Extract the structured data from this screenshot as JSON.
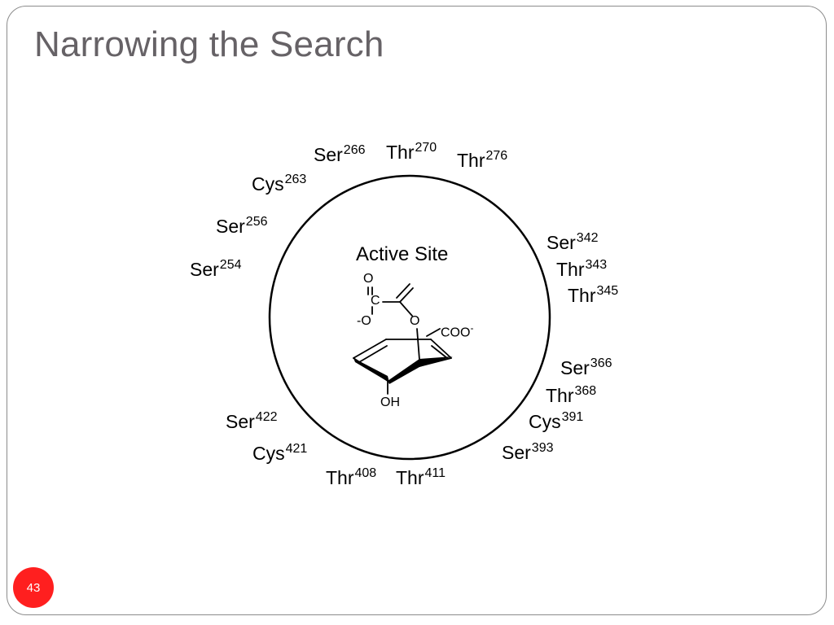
{
  "slide": {
    "title": "Narrowing the Search",
    "page_number": "43"
  },
  "active_site": {
    "label": "Active Site",
    "molecule": {
      "o_double": "O",
      "carbon": "C",
      "o_minus": "-O",
      "ether_o": "O",
      "coo": "COO",
      "coo_charge": "-",
      "oh": "OH"
    }
  },
  "residues": [
    {
      "name": "Ser",
      "num": "266"
    },
    {
      "name": "Thr",
      "num": "270"
    },
    {
      "name": "Thr",
      "num": "276"
    },
    {
      "name": "Cys",
      "num": "263"
    },
    {
      "name": "Ser",
      "num": "256"
    },
    {
      "name": "Ser",
      "num": "254"
    },
    {
      "name": "Ser",
      "num": "342"
    },
    {
      "name": "Thr",
      "num": "343"
    },
    {
      "name": "Thr",
      "num": "345"
    },
    {
      "name": "Ser",
      "num": "366"
    },
    {
      "name": "Thr",
      "num": "368"
    },
    {
      "name": "Cys",
      "num": "391"
    },
    {
      "name": "Ser",
      "num": "393"
    },
    {
      "name": "Ser",
      "num": "422"
    },
    {
      "name": "Cys",
      "num": "421"
    },
    {
      "name": "Thr",
      "num": "408"
    },
    {
      "name": "Thr",
      "num": "411"
    }
  ],
  "colors": {
    "title": "#666266",
    "badge": "#ff1f1f",
    "frame": "#8c8c8c"
  }
}
